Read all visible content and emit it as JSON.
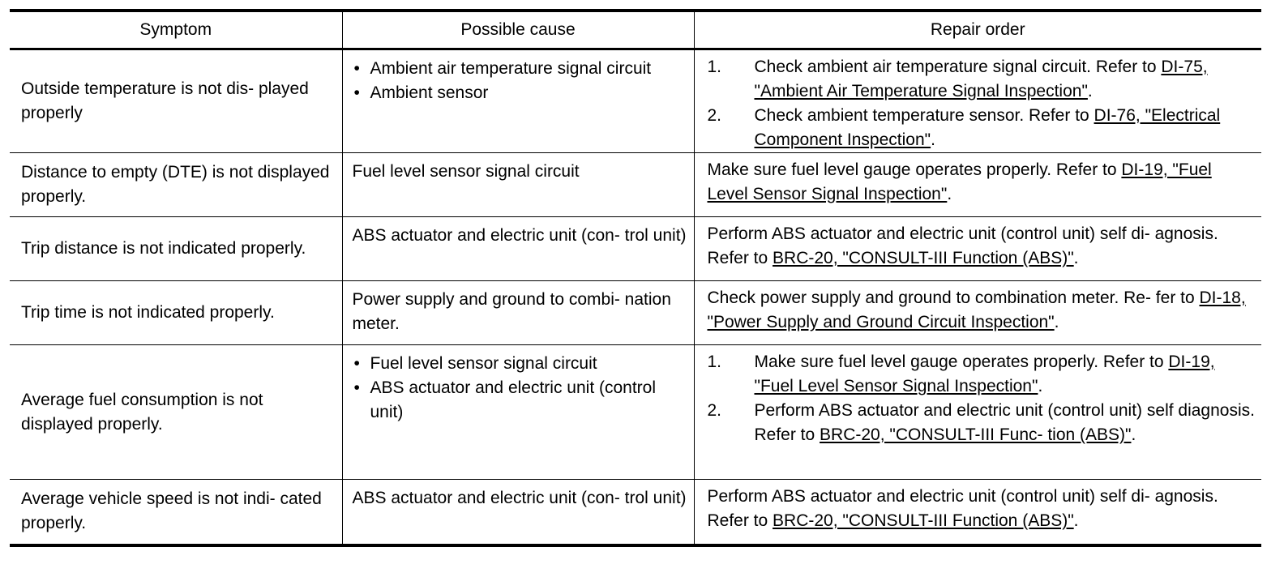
{
  "table": {
    "headers": [
      "Symptom",
      "Possible cause",
      "Repair order"
    ],
    "rows": [
      {
        "symptom": "Outside temperature is not dis- played properly",
        "causes": [
          "Ambient air temperature signal circuit",
          "Ambient sensor"
        ],
        "steps": [
          {
            "num": "1.",
            "text": "Check ambient air temperature signal circuit. Refer to ",
            "link": "DI-75, \"Ambient Air Temperature Signal Inspection\"",
            "end": "."
          },
          {
            "num": "2.",
            "text": "Check ambient temperature sensor. Refer to ",
            "link": "DI-76, \"Electrical Component Inspection\"",
            "end": "."
          }
        ]
      },
      {
        "symptom": "Distance to empty (DTE) is not displayed properly.",
        "cause": "Fuel level sensor signal circuit",
        "repair": {
          "text": "Make sure fuel level gauge operates properly. Refer to ",
          "link": "DI-19, \"Fuel Level Sensor Signal Inspection\"",
          "end": "."
        }
      },
      {
        "symptom": "Trip distance is not indicated properly.",
        "cause": "ABS actuator and electric unit (con- trol unit)",
        "repair": {
          "text": "Perform ABS actuator and electric unit (control unit) self di- agnosis. Refer to ",
          "link": "BRC-20, \"CONSULT-III Function (ABS)\"",
          "end": "."
        }
      },
      {
        "symptom": "Trip time is not indicated properly.",
        "cause": "Power supply and ground to combi- nation meter.",
        "repair": {
          "text": "Check power supply and ground to combination meter. Re- fer to ",
          "link": "DI-18, \"Power Supply and Ground Circuit Inspection\"",
          "end": "."
        }
      },
      {
        "symptom": "Average fuel consumption is not displayed properly.",
        "causes": [
          "Fuel level sensor signal circuit",
          "ABS actuator and electric unit (control unit)"
        ],
        "steps": [
          {
            "num": "1.",
            "text": "Make sure fuel level gauge operates properly. Refer to ",
            "link": "DI-19, \"Fuel Level Sensor Signal Inspection\"",
            "end": "."
          },
          {
            "num": "2.",
            "text": "Perform ABS actuator and electric unit (control unit) self diagnosis. Refer to ",
            "link": "BRC-20, \"CONSULT-III Func- tion (ABS)\"",
            "end": "."
          }
        ]
      },
      {
        "symptom": "Average vehicle speed is not indi- cated properly.",
        "cause": "ABS actuator and electric unit (con- trol unit)",
        "repair": {
          "text": "Perform ABS actuator and electric unit (control unit) self di- agnosis. Refer to ",
          "link": "BRC-20, \"CONSULT-III Function (ABS)\"",
          "end": "."
        }
      }
    ]
  },
  "bullet_glyph": "•"
}
